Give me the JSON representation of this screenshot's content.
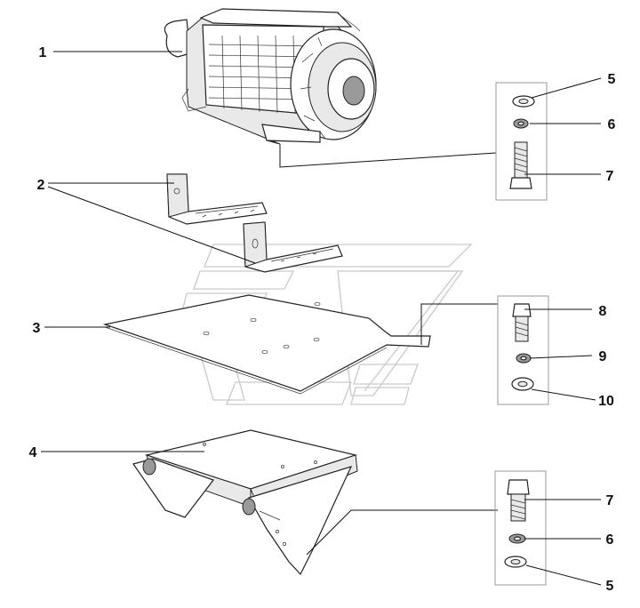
{
  "callouts": [
    {
      "id": "c1",
      "label": "1"
    },
    {
      "id": "c2",
      "label": "2"
    },
    {
      "id": "c3",
      "label": "3"
    },
    {
      "id": "c4",
      "label": "4"
    },
    {
      "id": "c5a",
      "label": "5"
    },
    {
      "id": "c6a",
      "label": "6"
    },
    {
      "id": "c7a",
      "label": "7"
    },
    {
      "id": "c8",
      "label": "8"
    },
    {
      "id": "c9",
      "label": "9"
    },
    {
      "id": "c10",
      "label": "10"
    },
    {
      "id": "c7b",
      "label": "7"
    },
    {
      "id": "c6b",
      "label": "6"
    },
    {
      "id": "c5b",
      "label": "5"
    }
  ],
  "colors": {
    "line": "#111111",
    "watermark": "#c9c9c9",
    "group_box": "#9a9a9a"
  }
}
